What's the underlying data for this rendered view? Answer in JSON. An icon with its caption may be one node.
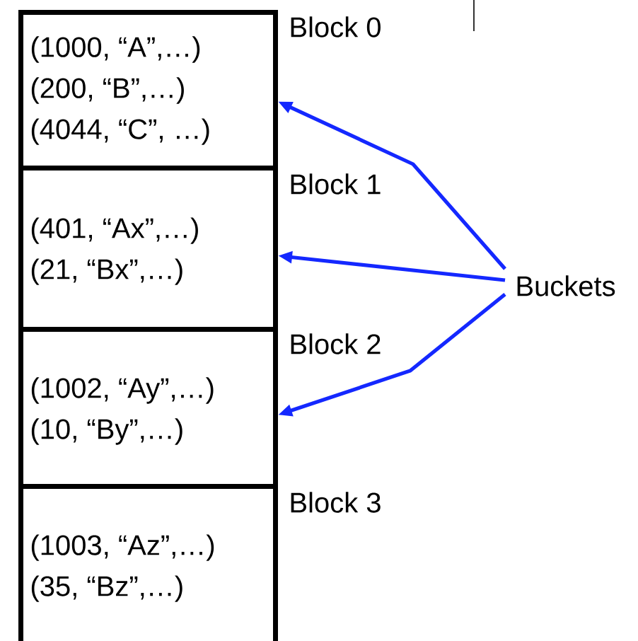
{
  "diagram": {
    "nodes": [
      {
        "text": [
          "Block 0",
          "(1000, “A”,…)",
          "(200, “B”,…)",
          "(4044, “C”, …)"
        ]
      },
      {
        "text": [
          "Block 1",
          "(401, “Ax”,…)",
          "(21, “Bx”,…)"
        ]
      },
      {
        "text": [
          "Block 2",
          "(1002, “Ay”,…)",
          "(10, “By”,…)"
        ]
      },
      {
        "text": [
          "Block 3",
          "(1003, “Az”,…)",
          "(35, “Bz”,…)"
        ]
      },
      {
        "text": [
          "Buckets"
        ]
      }
    ],
    "edges": [
      {
        "from": 4,
        "to": 0,
        "arrow": "to"
      },
      {
        "from": 4,
        "to": 1,
        "arrow": "to"
      },
      {
        "from": 4,
        "to": 2,
        "arrow": "to"
      }
    ]
  }
}
